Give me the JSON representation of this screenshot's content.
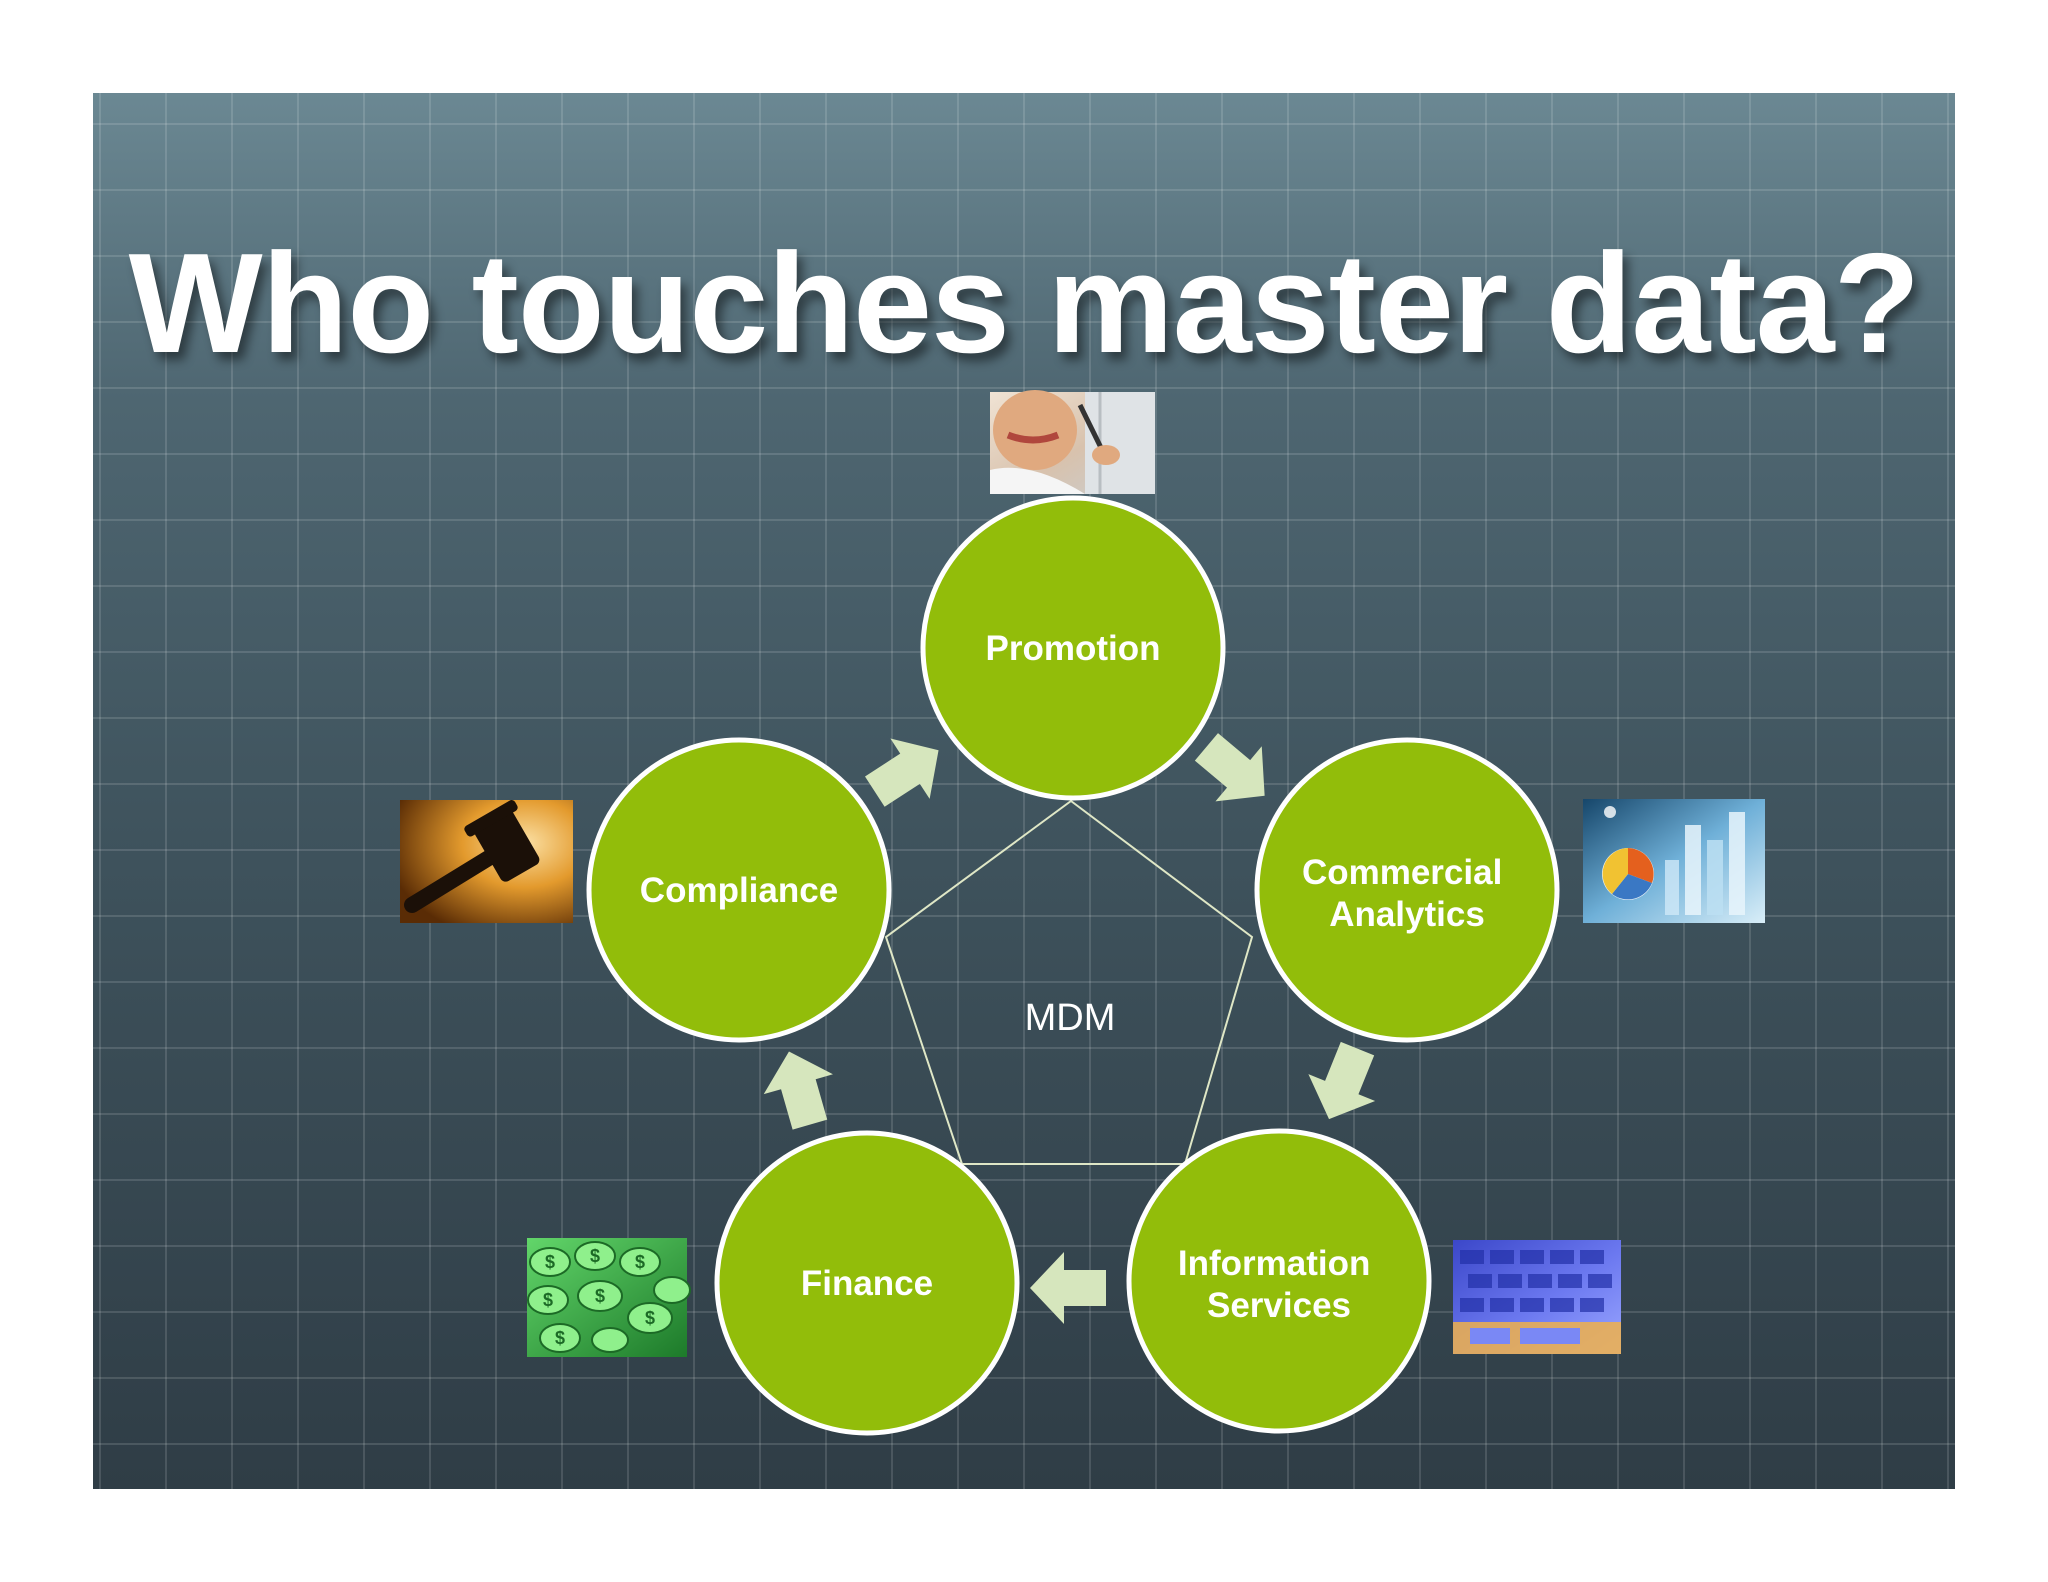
{
  "slide": {
    "title": "Who touches master data?"
  },
  "diagram": {
    "center_label": "MDM",
    "nodes": [
      {
        "id": "promotion",
        "lines": [
          "Promotion"
        ],
        "icon": "headset-person-photo"
      },
      {
        "id": "commercial-analytics",
        "lines": [
          "Commercial",
          "Analytics"
        ],
        "icon": "charts-photo"
      },
      {
        "id": "information-services",
        "lines": [
          "Information",
          "Services"
        ],
        "icon": "keyboard-photo"
      },
      {
        "id": "finance",
        "lines": [
          "Finance"
        ],
        "icon": "dollar-coins-photo"
      },
      {
        "id": "compliance",
        "lines": [
          "Compliance"
        ],
        "icon": "gavel-photo"
      }
    ],
    "colors": {
      "node_fill": "#92bd0a",
      "node_stroke": "#ffffff",
      "arrow_fill": "#d6e6bd",
      "pentagon_line": "#dfe7c6"
    }
  }
}
